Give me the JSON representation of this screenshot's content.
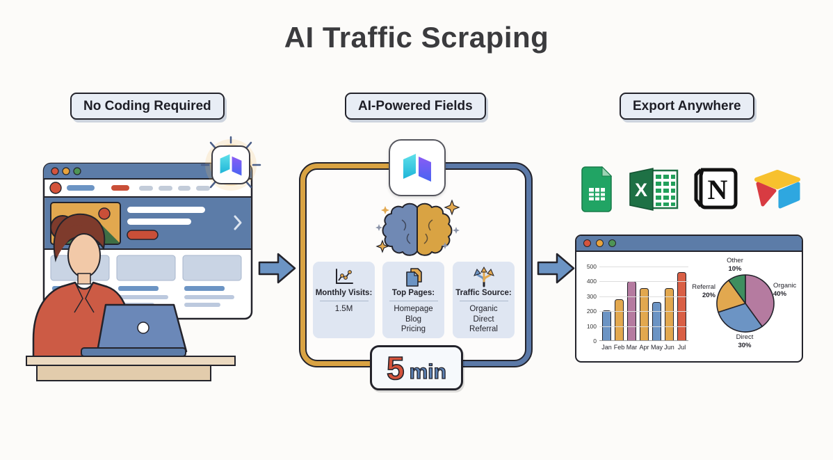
{
  "page_title": "AI Traffic Scraping",
  "steps": [
    {
      "label": "No Coding Required"
    },
    {
      "label": "AI-Powered Fields"
    },
    {
      "label": "Export Anywhere"
    }
  ],
  "ai_fields": [
    {
      "icon": "line-chart-icon",
      "label": "Monthly Visits:",
      "values": [
        "1.5M"
      ]
    },
    {
      "icon": "stacked-pages-icon",
      "label": "Top Pages:",
      "values": [
        "Homepage",
        "Blog",
        "Pricing"
      ]
    },
    {
      "icon": "branch-arrows-icon",
      "label": "Traffic Source:",
      "values": [
        "Organic",
        "Direct",
        "Referral"
      ]
    }
  ],
  "time_badge": {
    "value": "5",
    "unit": "min"
  },
  "export_targets": [
    {
      "name": "Google Sheets",
      "icon": "google-sheets-icon"
    },
    {
      "name": "Excel",
      "icon": "excel-icon"
    },
    {
      "name": "Notion",
      "icon": "notion-icon"
    },
    {
      "name": "Airtable",
      "icon": "airtable-icon"
    }
  ],
  "chart_data": [
    {
      "type": "bar",
      "title": "",
      "xlabel": "",
      "ylabel": "",
      "categories": [
        "Jan",
        "Feb",
        "Mar",
        "Apr",
        "May",
        "Jun",
        "Jul"
      ],
      "values": [
        200,
        275,
        395,
        350,
        255,
        350,
        460
      ],
      "bar_colors": [
        "#6C94C4",
        "#E2A84F",
        "#B57BA0",
        "#E2A84F",
        "#6C94C4",
        "#E2A84F",
        "#D95F45"
      ],
      "ylim": [
        0,
        500
      ],
      "yticks": [
        0,
        100,
        200,
        300,
        400,
        500
      ],
      "grid": true,
      "legend": "none"
    },
    {
      "type": "pie",
      "start_angle_deg": -90,
      "direction": "clockwise",
      "segments": [
        {
          "label": "Organic",
          "pct": "40%",
          "value": 40,
          "color": "#B57BA0"
        },
        {
          "label": "Direct",
          "pct": "30%",
          "value": 30,
          "color": "#6C94C4"
        },
        {
          "label": "Referral",
          "pct": "20%",
          "value": 20,
          "color": "#E2A84F"
        },
        {
          "label": "Other",
          "pct": "10%",
          "value": 10,
          "color": "#3E8E5F"
        }
      ]
    }
  ],
  "colors": {
    "slate_blue": "#5C7CA8",
    "gold": "#D9A343",
    "accent_red": "#C94F38",
    "ink": "#23232B",
    "pill_bg": "#E8EDF5",
    "card_bg": "#DFE6F2",
    "time_red": "#D4533B",
    "time_blue": "#5C82B4"
  }
}
